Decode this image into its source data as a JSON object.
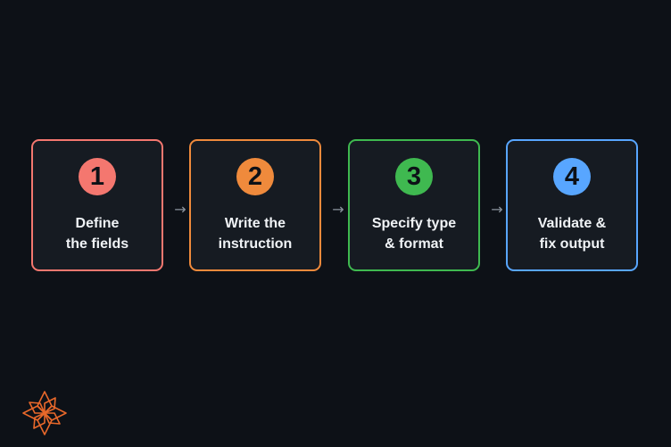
{
  "colors": {
    "background": "#0d1117",
    "card_fill": "#161b22",
    "label_text": "#f0f3f6",
    "arrow": "#8b949e",
    "logo": "#e8682a"
  },
  "steps": [
    {
      "number": "1",
      "label": "Define\nthe fields",
      "color": "#f4776f"
    },
    {
      "number": "2",
      "label": "Write the\ninstruction",
      "color": "#ef8a3c"
    },
    {
      "number": "3",
      "label": "Specify type\n& format",
      "color": "#3fb950"
    },
    {
      "number": "4",
      "label": "Validate &\nfix output",
      "color": "#58a6ff"
    }
  ],
  "connector_symbol": "→",
  "logo_icon": "flower-logo-icon"
}
